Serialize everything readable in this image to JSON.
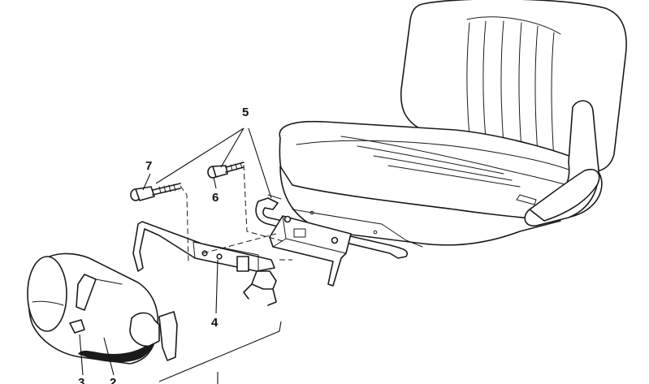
{
  "callouts": {
    "c2": "2",
    "c3": "3",
    "c4": "4",
    "c5": "5",
    "c6": "6",
    "c7": "7"
  },
  "icons": {
    "seat": "seat-icon",
    "extinguisher": "fire-extinguisher-icon",
    "bolt": "bolt-icon",
    "screw": "screw-icon"
  },
  "colors": {
    "line": "#1a1a1a",
    "background": "#ffffff"
  }
}
